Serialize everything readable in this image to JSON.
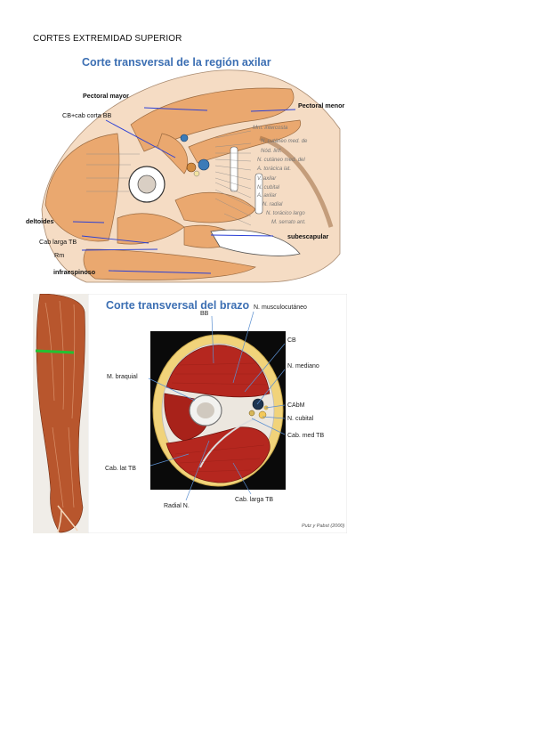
{
  "page": {
    "title": "CORTES EXTREMIDAD SUPERIOR"
  },
  "axilla": {
    "title": "Corte transversal de la región axilar",
    "labels": {
      "pectoral_mayor": "Pectoral mayor",
      "pectoral_menor": "Pectoral menor",
      "cb_bb": "CB+cab corta BB",
      "deltoides": "deltoides",
      "cab_larga_tb": "Cab larga TB",
      "rm": "Rm",
      "infraespinoso": "infraespinoso",
      "subescapular": "subescapular"
    },
    "gray_labels": [
      "Mm. intercosta",
      "N. cutáneo med. de",
      "Nód. linf.",
      "N. cutáneo med. del",
      "A. torácica lat.",
      "V. axilar",
      "N. cubital",
      "A. axilar",
      "N. radial",
      "N. torácico largo",
      "M. serrato ant."
    ]
  },
  "arm": {
    "title": "Corte transversal del brazo",
    "labels": {
      "bb": "BB",
      "musculocutaneo": "N. musculocutáneo",
      "cb": "CB",
      "mediano": "N. mediano",
      "braquial": "M. braquial",
      "cabm": "CAbM",
      "cubital": "N. cubital",
      "cab_med_tb": "Cab. med TB",
      "cab_lat_tb": "Cab. lat TB",
      "radial": "Radial N.",
      "cab_larga_tb": "Cab. larga TB"
    },
    "credit": "Putz y Pabst (2000)"
  }
}
